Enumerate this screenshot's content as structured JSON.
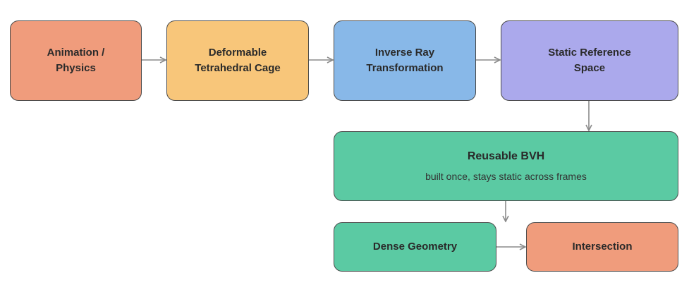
{
  "nodes": {
    "animation": {
      "line1": "Animation /",
      "line2": "Physics"
    },
    "cage": {
      "line1": "Deformable",
      "line2": "Tetrahedral Cage"
    },
    "ray": {
      "line1": "Inverse Ray",
      "line2": "Transformation"
    },
    "static": {
      "line1": "Static Reference",
      "line2": "Space"
    },
    "bvh": {
      "title": "Reusable BVH",
      "subtitle": "built once, stays static across frames"
    },
    "dense": {
      "label": "Dense Geometry"
    },
    "intersection": {
      "label": "Intersection"
    }
  },
  "colors": {
    "orange": "#F09C7C",
    "yellow": "#F8C67A",
    "blue": "#88B8E8",
    "purple": "#ABA9EC",
    "green": "#5BCAA3",
    "arrow": "#8a8a8a"
  }
}
